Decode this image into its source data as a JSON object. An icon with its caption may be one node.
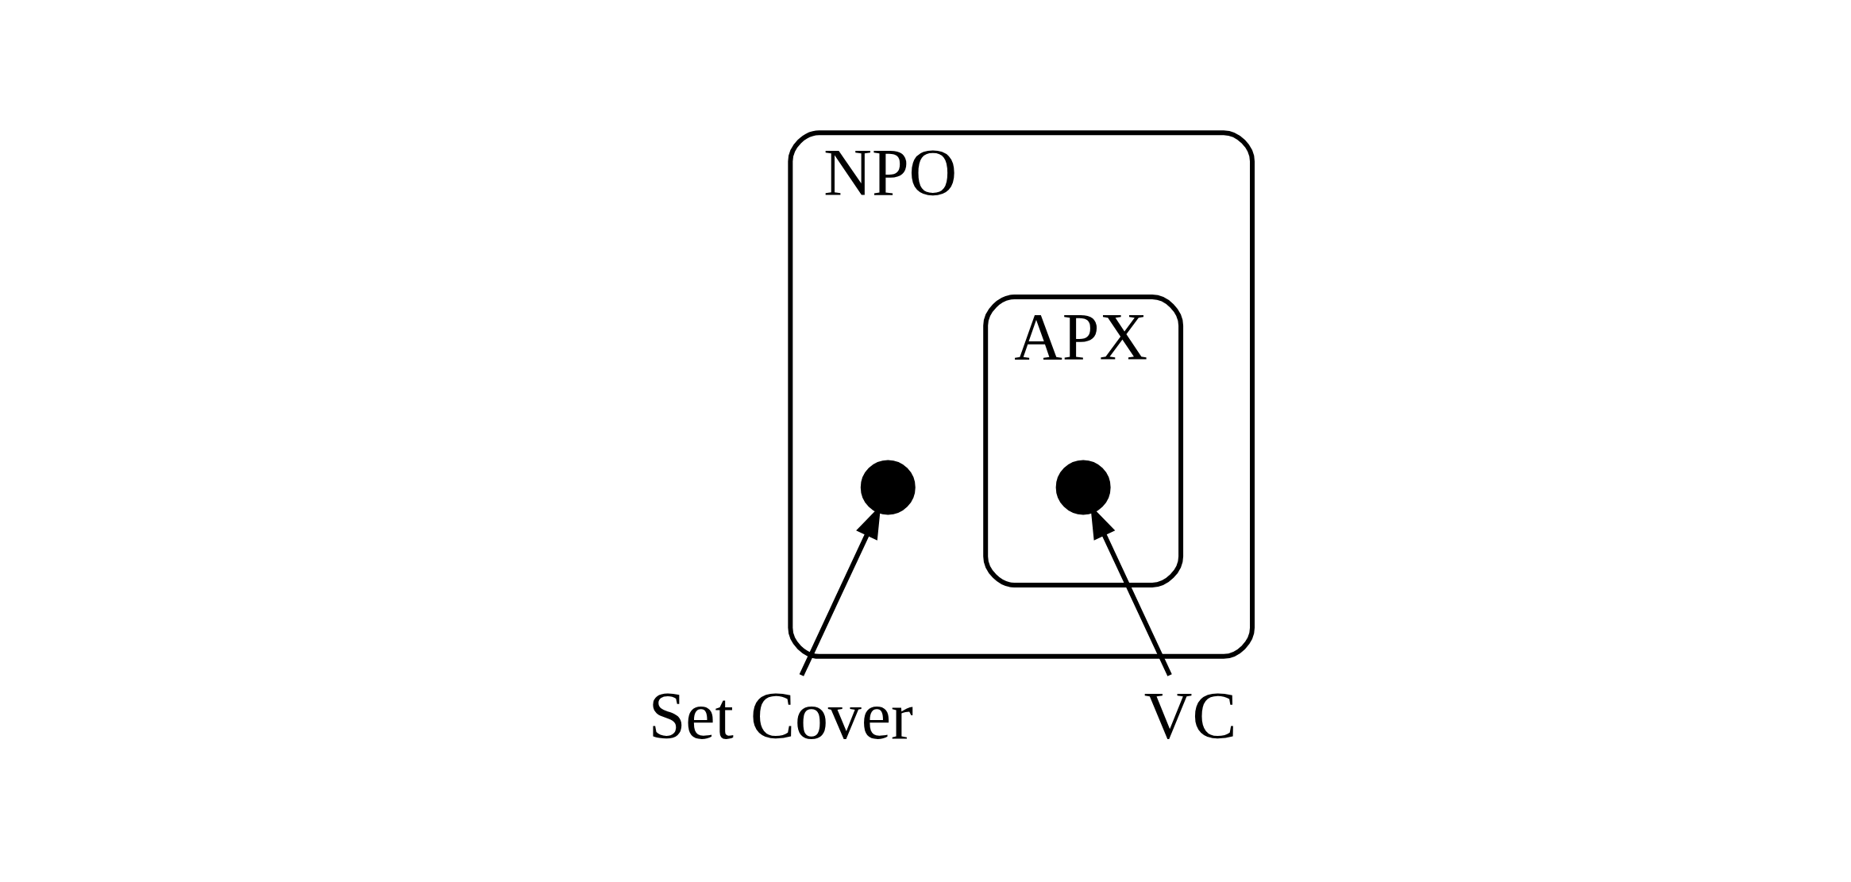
{
  "diagram": {
    "nodes": [
      {
        "text": [
          "NPO"
        ]
      },
      {
        "text": [
          "APX"
        ],
        "in": 0
      },
      {
        "text": [],
        "shape": "circle",
        "in": 0
      },
      {
        "text": [],
        "shape": "circle",
        "in": 1
      },
      {
        "text": [
          "Set Cover"
        ]
      },
      {
        "text": [
          "VC"
        ]
      }
    ],
    "edges": [
      {
        "from": 4,
        "to": 2,
        "arrow": "to"
      },
      {
        "from": 5,
        "to": 3,
        "arrow": "to"
      }
    ]
  }
}
